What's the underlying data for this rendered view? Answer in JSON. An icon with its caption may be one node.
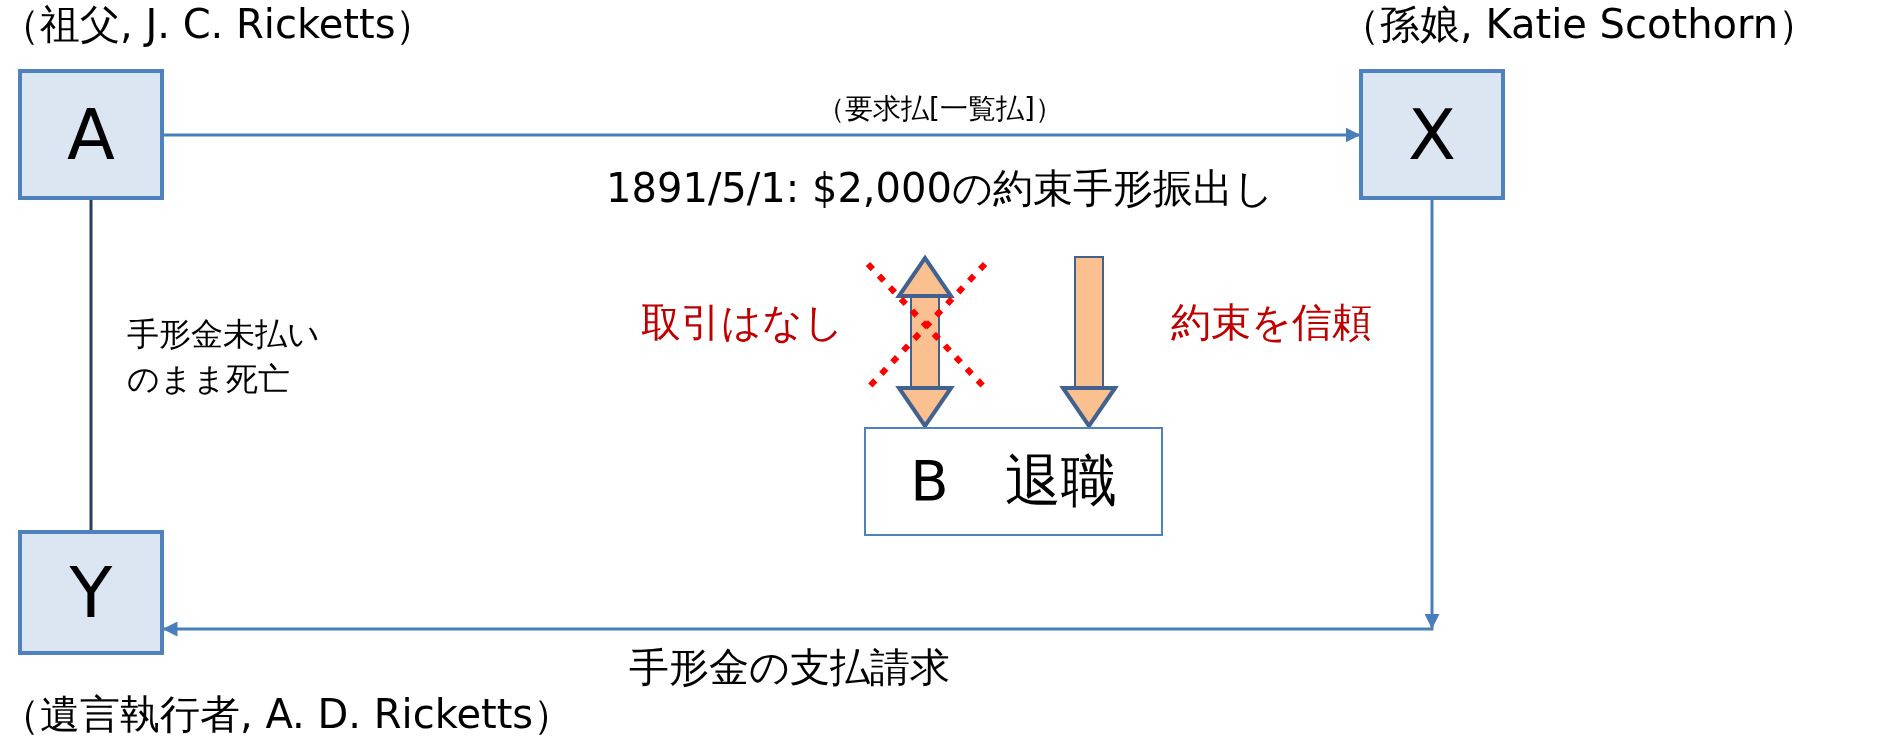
{
  "diagram": {
    "nodes": [
      {
        "text": [
          "A"
        ],
        "beside": [
          "（祖父, J. C. Ricketts）"
        ]
      },
      {
        "text": [
          "X"
        ],
        "beside": [
          "（孫娘, Katie Scothorn）"
        ]
      },
      {
        "text": [
          "B　退職"
        ]
      },
      {
        "text": [
          "Y"
        ],
        "beside": [
          "（遺言執行者, A. D. Ricketts）"
        ]
      }
    ],
    "edges": [
      {
        "from": 0,
        "to": 1,
        "arrow": "to",
        "label": "1891/5/1: $2,000の約束手形振出し"
      },
      {
        "from": 0,
        "to": 3,
        "arrow": "none",
        "label": "手形金未払いのまま死亡",
        "color": "#243f60"
      },
      {
        "from": 1,
        "to": 3,
        "arrow": "to",
        "label": "手形金の支払請求"
      },
      {
        "from": null,
        "to": 2,
        "arrow": "both",
        "label": "取引はなし",
        "style": "thick",
        "color": "#fac090"
      },
      {
        "from": null,
        "to": 2,
        "arrow": "to",
        "label": "約束を信頼",
        "style": "thick",
        "color": "#fac090"
      }
    ],
    "labels": [
      "（要求払[一覧払]）"
    ]
  }
}
